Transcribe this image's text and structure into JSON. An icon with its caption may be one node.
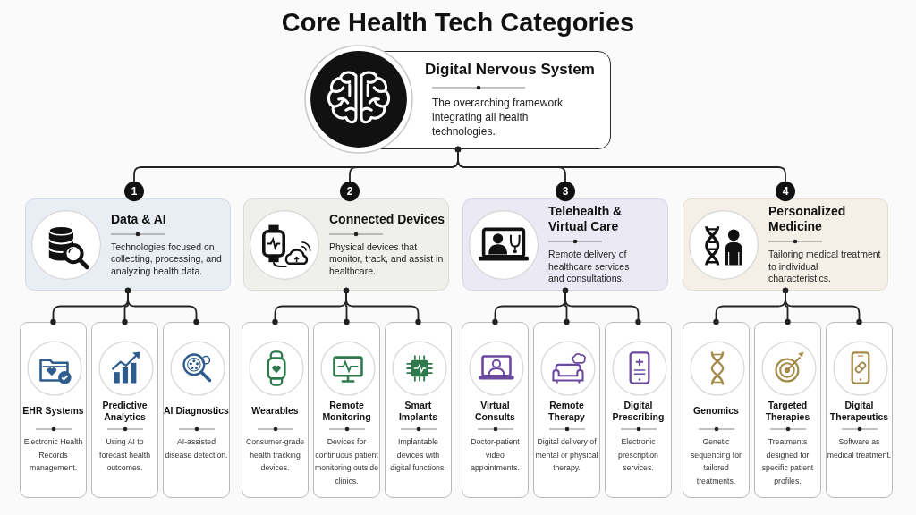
{
  "diagram": {
    "title": "Core Health Tech Categories",
    "nodes": [
      {
        "text": [
          "Digital Nervous System",
          "The overarching framework integrating all health technologies."
        ]
      },
      {
        "text": [
          "Data & AI",
          "Technologies focused on collecting, processing, and analyzing health data."
        ],
        "beside": [
          "1"
        ]
      },
      {
        "text": [
          "Connected Devices",
          "Physical devices that monitor, track, and assist in healthcare."
        ],
        "beside": [
          "2"
        ]
      },
      {
        "text": [
          "Telehealth & Virtual Care",
          "Remote delivery of healthcare services and consultations."
        ],
        "beside": [
          "3"
        ]
      },
      {
        "text": [
          "Personalized Medicine",
          "Tailoring medical treatment to individual characteristics."
        ],
        "beside": [
          "4"
        ]
      },
      {
        "text": [
          "EHR Systems",
          "Electronic Health Records management."
        ]
      },
      {
        "text": [
          "Predictive Analytics",
          "Using AI to forecast health outcomes."
        ]
      },
      {
        "text": [
          "AI Diagnostics",
          "AI-assisted disease detection."
        ]
      },
      {
        "text": [
          "Wearables",
          "Consumer-grade health tracking devices."
        ]
      },
      {
        "text": [
          "Remote Monitoring",
          "Devices for continuous patient monitoring outside clinics."
        ]
      },
      {
        "text": [
          "Smart Implants",
          "Implantable devices with digital functions."
        ]
      },
      {
        "text": [
          "Virtual Consults",
          "Doctor-patient video appointments."
        ]
      },
      {
        "text": [
          "Remote Therapy",
          "Digital delivery of mental or physical therapy."
        ]
      },
      {
        "text": [
          "Digital Prescribing",
          "Electronic prescription services."
        ]
      },
      {
        "text": [
          "Genomics",
          "Genetic sequencing for tailored treatments."
        ]
      },
      {
        "text": [
          "Targeted Therapies",
          "Treatments designed for specific patient profiles."
        ]
      },
      {
        "text": [
          "Digital Therapeutics",
          "Software as medical treatment."
        ]
      }
    ],
    "edges": [
      {
        "from": 0,
        "to": 1,
        "arrow": "other"
      },
      {
        "from": 0,
        "to": 2,
        "arrow": "other"
      },
      {
        "from": 0,
        "to": 3,
        "arrow": "other"
      },
      {
        "from": 0,
        "to": 4,
        "arrow": "other"
      },
      {
        "from": 1,
        "to": 5,
        "arrow": "other"
      },
      {
        "from": 1,
        "to": 6,
        "arrow": "other"
      },
      {
        "from": 1,
        "to": 7,
        "arrow": "other"
      },
      {
        "from": 2,
        "to": 8,
        "arrow": "other"
      },
      {
        "from": 2,
        "to": 9,
        "arrow": "other"
      },
      {
        "from": 2,
        "to": 10,
        "arrow": "other"
      },
      {
        "from": 3,
        "to": 11,
        "arrow": "other"
      },
      {
        "from": 3,
        "to": 12,
        "arrow": "other"
      },
      {
        "from": 3,
        "to": 13,
        "arrow": "other"
      },
      {
        "from": 4,
        "to": 14,
        "arrow": "other"
      },
      {
        "from": 4,
        "to": 15,
        "arrow": "other"
      },
      {
        "from": 4,
        "to": 16,
        "arrow": "other"
      }
    ]
  }
}
